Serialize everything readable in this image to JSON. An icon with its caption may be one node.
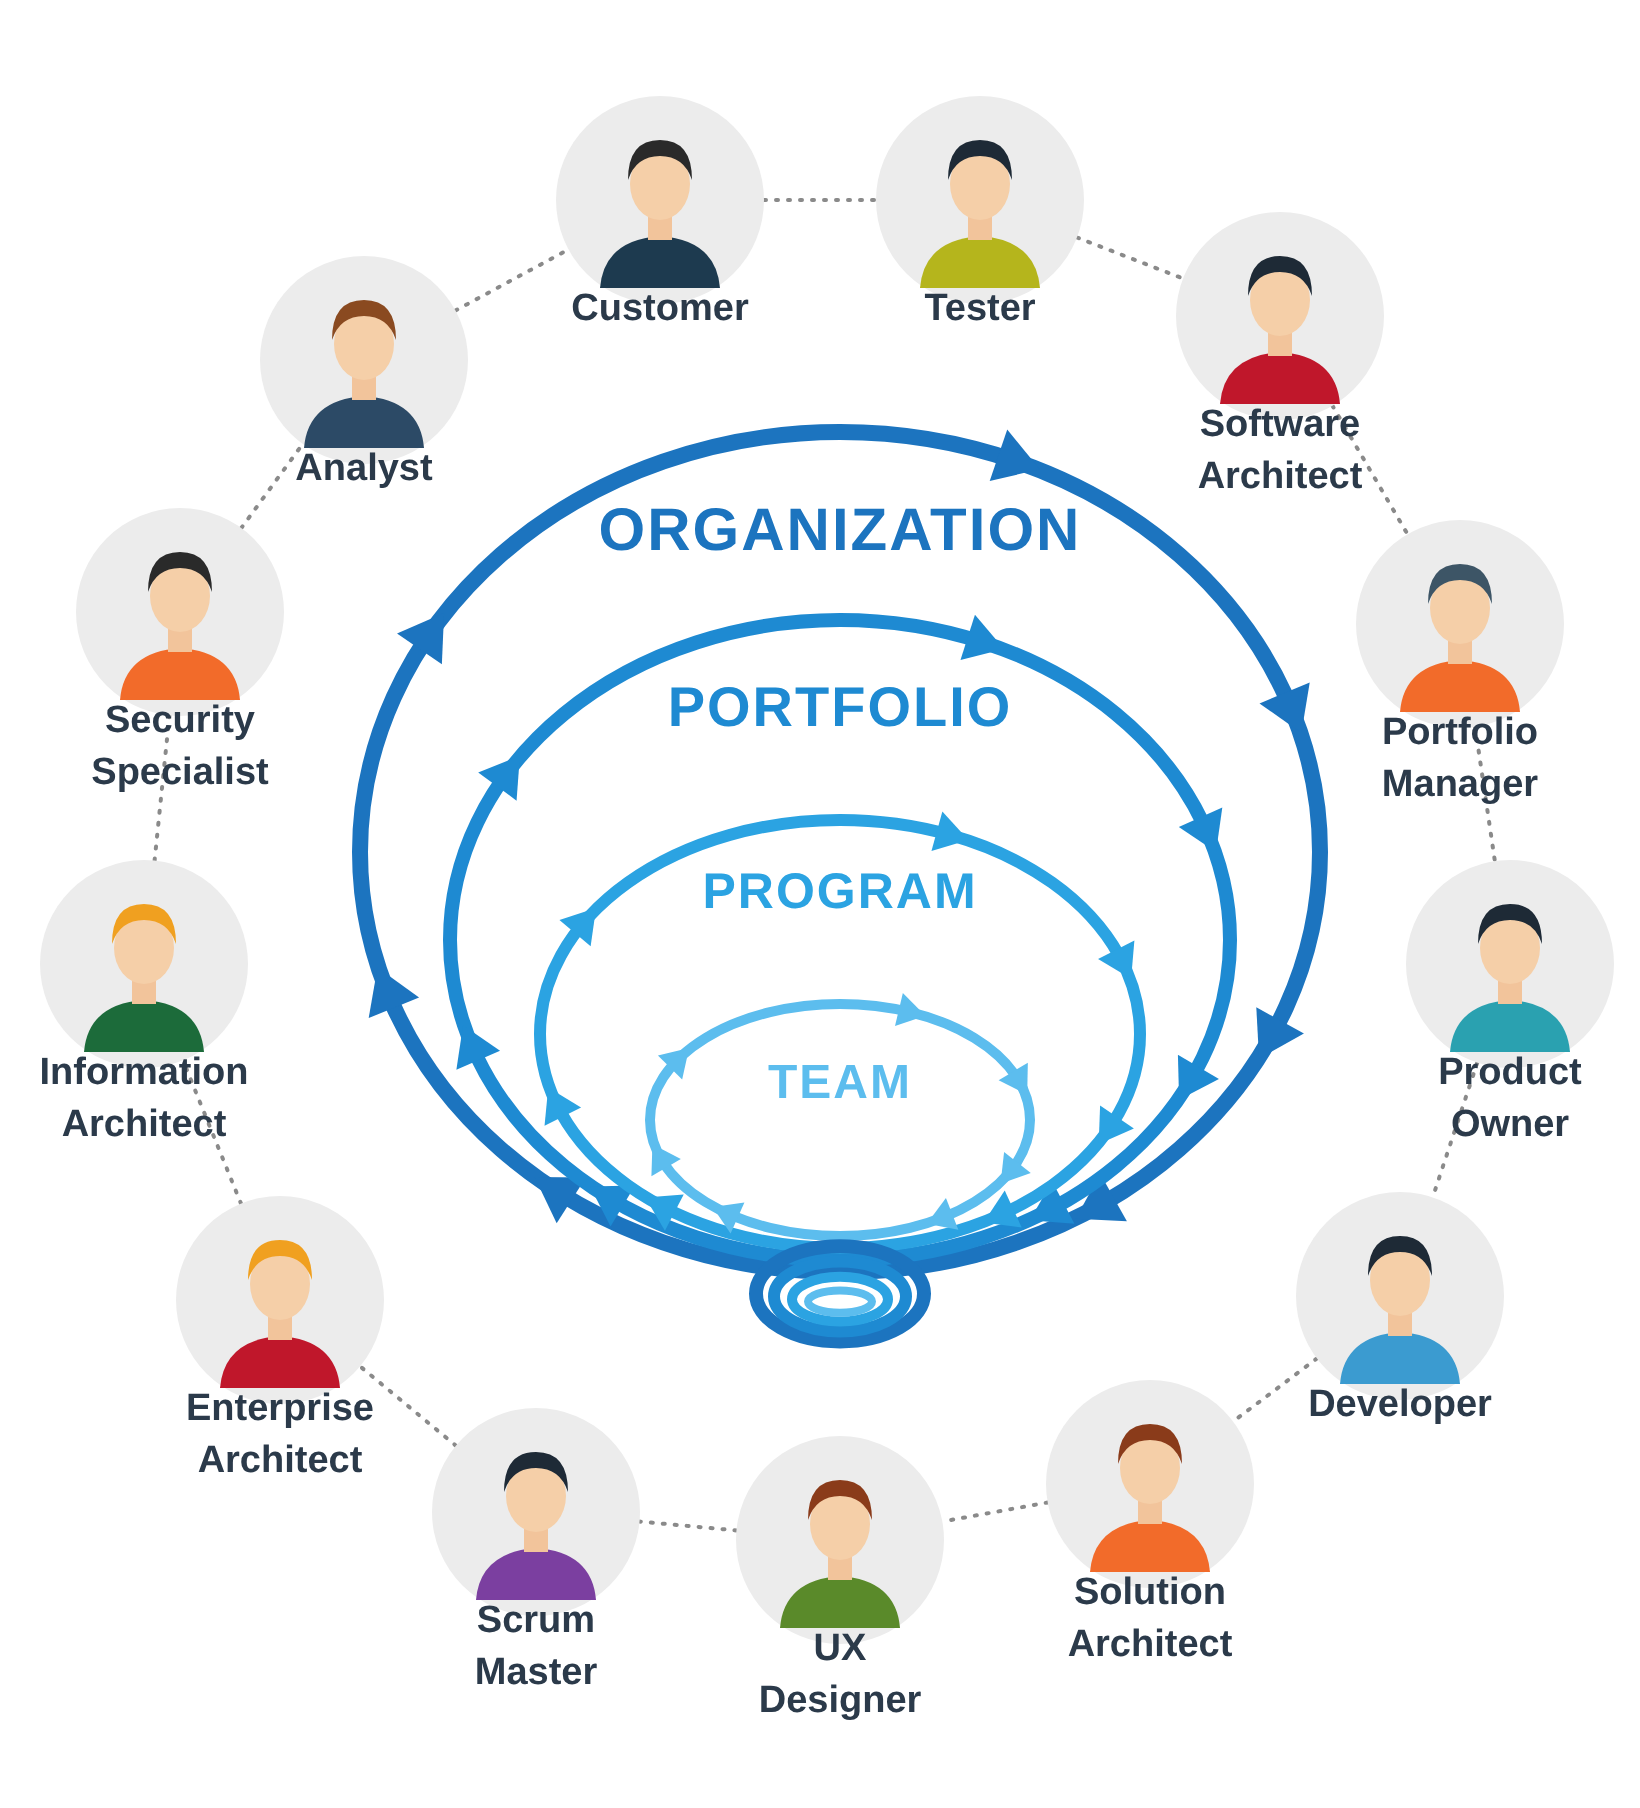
{
  "diagram": {
    "nodes": [
      {
        "text": [
          "Customer"
        ]
      },
      {
        "text": [
          "Tester"
        ]
      },
      {
        "text": [
          "Software Architect"
        ]
      },
      {
        "text": [
          "Portfolio Manager"
        ]
      },
      {
        "text": [
          "Product Owner"
        ]
      },
      {
        "text": [
          "Developer"
        ]
      },
      {
        "text": [
          "Solution Architect"
        ]
      },
      {
        "text": [
          "UX Designer"
        ]
      },
      {
        "text": [
          "Scrum Master"
        ]
      },
      {
        "text": [
          "Enterprise Architect"
        ]
      },
      {
        "text": [
          "Information Architect"
        ]
      },
      {
        "text": [
          "Security Specialist"
        ]
      },
      {
        "text": [
          "Analyst"
        ]
      },
      {
        "text": [
          "ORGANIZATION"
        ]
      },
      {
        "text": [
          "PORTFOLIO"
        ],
        "in": 13
      },
      {
        "text": [
          "PROGRAM"
        ],
        "in": 14
      },
      {
        "text": [
          "TEAM"
        ],
        "in": 15
      }
    ],
    "edges": [
      {
        "from": 0,
        "to": 1,
        "arrow": "none",
        "style": "dashed"
      },
      {
        "from": 1,
        "to": 2,
        "arrow": "none",
        "style": "dashed"
      },
      {
        "from": 2,
        "to": 3,
        "arrow": "none",
        "style": "dashed"
      },
      {
        "from": 3,
        "to": 4,
        "arrow": "none",
        "style": "dashed"
      },
      {
        "from": 4,
        "to": 5,
        "arrow": "none",
        "style": "dashed"
      },
      {
        "from": 5,
        "to": 6,
        "arrow": "none",
        "style": "dashed"
      },
      {
        "from": 6,
        "to": 7,
        "arrow": "none",
        "style": "dashed"
      },
      {
        "from": 7,
        "to": 8,
        "arrow": "none",
        "style": "dashed"
      },
      {
        "from": 8,
        "to": 9,
        "arrow": "none",
        "style": "dashed"
      },
      {
        "from": 9,
        "to": 10,
        "arrow": "none",
        "style": "dashed"
      },
      {
        "from": 10,
        "to": 11,
        "arrow": "none",
        "style": "dashed"
      },
      {
        "from": 11,
        "to": 12,
        "arrow": "none",
        "style": "dashed"
      },
      {
        "from": 12,
        "to": 0,
        "arrow": "none",
        "style": "dashed"
      }
    ]
  }
}
